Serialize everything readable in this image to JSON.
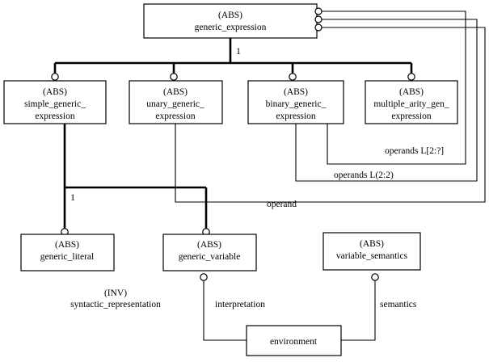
{
  "diagram": {
    "title": "generic_expression EXPRESS-G entity relationship diagram",
    "notation": "EXPRESS-G",
    "colors": {
      "stroke": "#000000",
      "fill": "#ffffff",
      "text": "#000000"
    },
    "entities": [
      {
        "id": "generic_expression",
        "abs": "(ABS)",
        "name": "generic_expression"
      },
      {
        "id": "simple_generic_expression",
        "abs": "(ABS)",
        "name_line1": "simple_generic_",
        "name_line2": "expression"
      },
      {
        "id": "unary_generic_expression",
        "abs": "(ABS)",
        "name_line1": "unary_generic_",
        "name_line2": "expression"
      },
      {
        "id": "binary_generic_expression",
        "abs": "(ABS)",
        "name_line1": "binary_generic_",
        "name_line2": "expression"
      },
      {
        "id": "multiple_arity_gen_expression",
        "abs": "(ABS)",
        "name_line1": "multiple_arity_gen_",
        "name_line2": "expression"
      },
      {
        "id": "generic_literal",
        "abs": "(ABS)",
        "name": "generic_literal"
      },
      {
        "id": "generic_variable",
        "abs": "(ABS)",
        "name": "generic_variable"
      },
      {
        "id": "variable_semantics",
        "abs": "(ABS)",
        "name": "variable_semantics"
      },
      {
        "id": "environment",
        "abs": "",
        "name": "environment"
      }
    ],
    "relationships": [
      {
        "id": "operand",
        "label": "operand",
        "from": "unary_generic_expression",
        "to": "generic_expression"
      },
      {
        "id": "operands_2_2",
        "label": "operands L(2:2)",
        "from": "binary_generic_expression",
        "to": "generic_expression"
      },
      {
        "id": "operands_2_n",
        "label": "operands  L[2:?]",
        "from": "multiple_arity_gen_expression",
        "to": "generic_expression"
      },
      {
        "id": "interpretation",
        "label": "interpretation",
        "from": "generic_variable",
        "to": "environment"
      },
      {
        "id": "semantics",
        "label": "semantics",
        "from": "variable_semantics",
        "to": "environment"
      }
    ],
    "cardinalities": [
      {
        "id": "card-supertype",
        "value": "1"
      },
      {
        "id": "card-simple",
        "value": "1"
      }
    ],
    "inverse_note": {
      "tag": "(INV)",
      "name": "syntactic_representation"
    }
  }
}
